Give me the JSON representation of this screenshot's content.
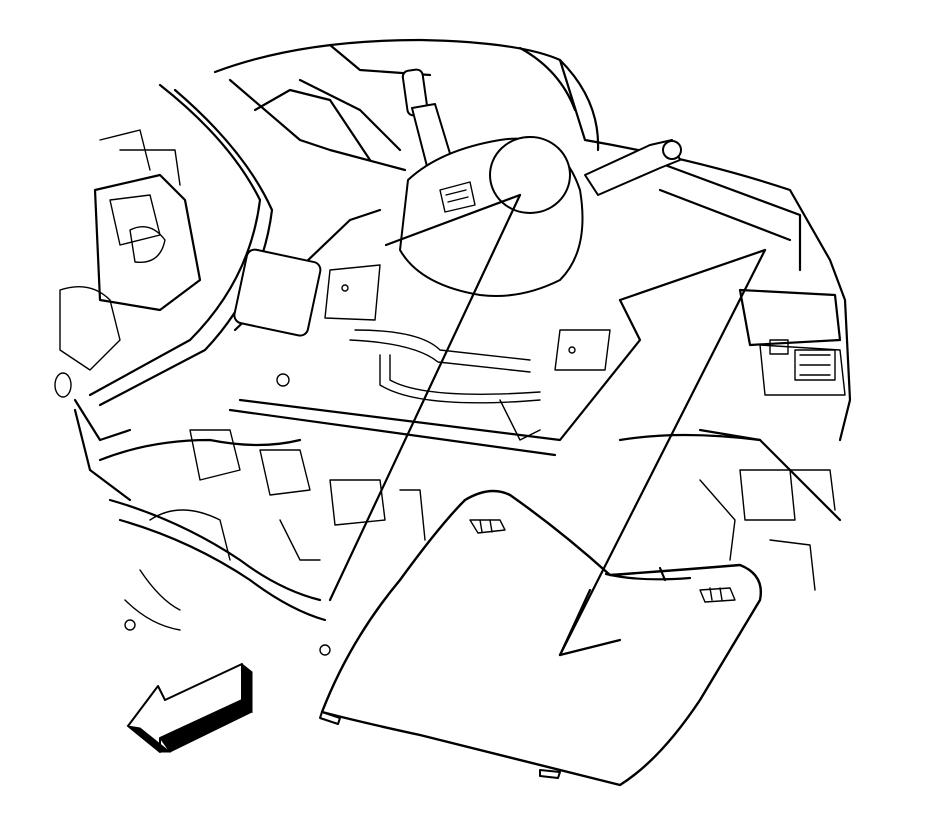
{
  "figure": {
    "background": "#ffffff",
    "line_color": "#000000",
    "style": "black-and-white technical line drawing",
    "subject_icons": [
      "steering-column",
      "instrument-panel",
      "knee-bolster-panel",
      "direction-arrow"
    ],
    "callout_count": 3
  }
}
